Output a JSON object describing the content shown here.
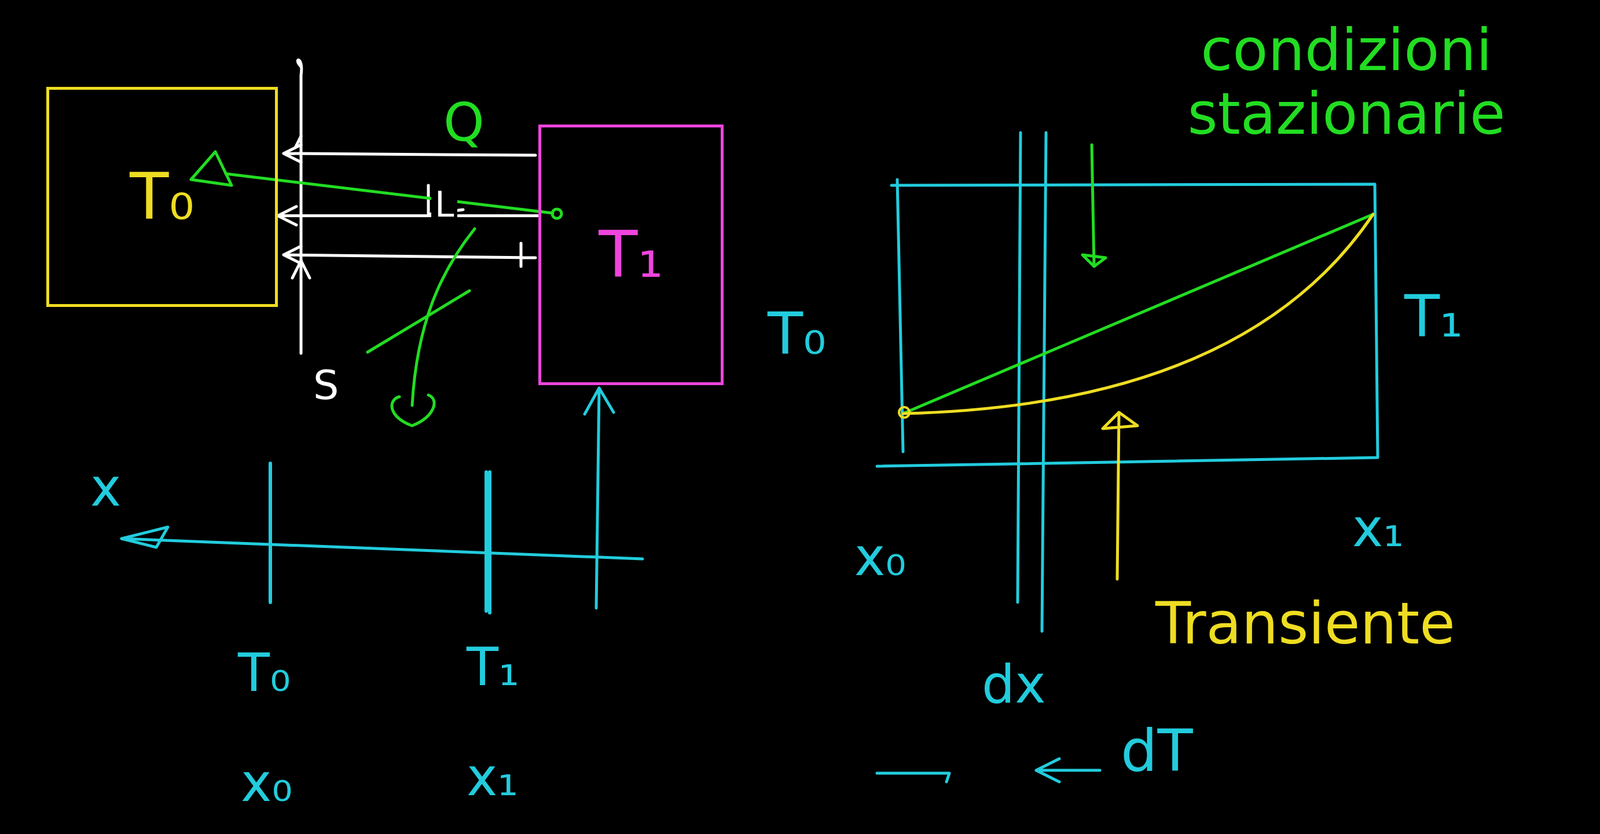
{
  "diagram": {
    "nodes": [
      {
        "text": [
          "T₀"
        ]
      },
      {
        "text": [
          "T₁"
        ]
      }
    ],
    "edges": [
      {
        "from": 1,
        "to": 0,
        "label": "Q",
        "arrow": "to"
      }
    ],
    "labels": [
      "L",
      "S",
      "x",
      "T₀",
      "T₁",
      "x₀",
      "x₁",
      "condizioni stazionarie",
      "T₀",
      "T₁",
      "x₀",
      "x₁",
      "dx",
      "Transiente",
      "dT"
    ]
  }
}
